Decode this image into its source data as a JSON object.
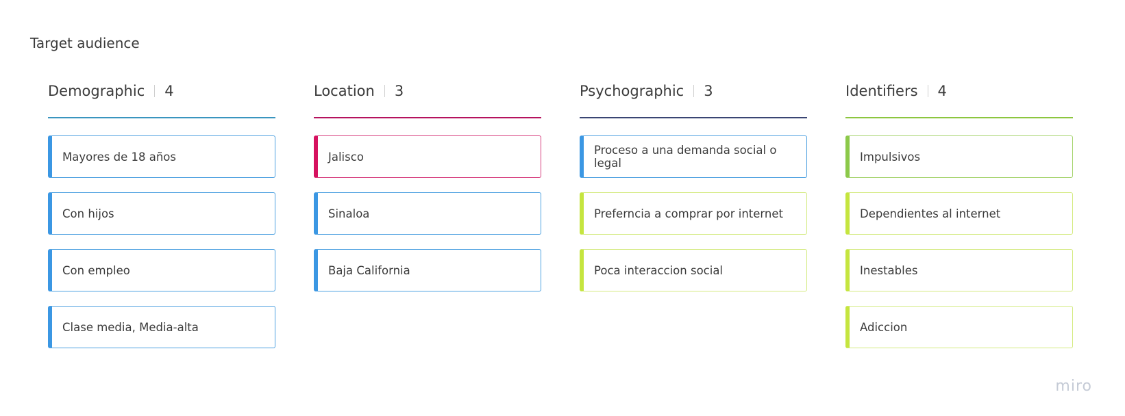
{
  "board": {
    "title": "Target audience"
  },
  "columns": [
    {
      "name": "Demographic",
      "count": "4",
      "underline_color": "#3a95bf",
      "cards": [
        {
          "text": "Mayores de 18 años",
          "border_color": "#4a9fe0",
          "accent_color": "#3b97e3"
        },
        {
          "text": "Con hijos",
          "border_color": "#4a9fe0",
          "accent_color": "#3b97e3"
        },
        {
          "text": "Con empleo",
          "border_color": "#4a9fe0",
          "accent_color": "#3b97e3"
        },
        {
          "text": "Clase media, Media-alta",
          "border_color": "#4a9fe0",
          "accent_color": "#3b97e3"
        }
      ]
    },
    {
      "name": "Location",
      "count": "3",
      "underline_color": "#b5125e",
      "cards": [
        {
          "text": "Jalisco",
          "border_color": "#d63b7c",
          "accent_color": "#d6115f"
        },
        {
          "text": "Sinaloa",
          "border_color": "#4a9fe0",
          "accent_color": "#3b97e3"
        },
        {
          "text": "Baja California",
          "border_color": "#4a9fe0",
          "accent_color": "#3b97e3"
        }
      ]
    },
    {
      "name": "Psychographic",
      "count": "3",
      "underline_color": "#3a4573",
      "cards": [
        {
          "text": "Proceso a una demanda social o legal",
          "border_color": "#4a9fe0",
          "accent_color": "#3b97e3"
        },
        {
          "text": "Preferncia a comprar por internet",
          "border_color": "#d3ea7e",
          "accent_color": "#c5e53f"
        },
        {
          "text": "Poca interaccion social",
          "border_color": "#d3ea7e",
          "accent_color": "#c5e53f"
        }
      ]
    },
    {
      "name": "Identifiers",
      "count": "4",
      "underline_color": "#8cc63f",
      "cards": [
        {
          "text": "Impulsivos",
          "border_color": "#a4d36b",
          "accent_color": "#8cc94a"
        },
        {
          "text": "Dependientes al internet",
          "border_color": "#d3ea7e",
          "accent_color": "#c5e53f"
        },
        {
          "text": "Inestables",
          "border_color": "#d3ea7e",
          "accent_color": "#c5e53f"
        },
        {
          "text": "Adiccion",
          "border_color": "#d3ea7e",
          "accent_color": "#c5e53f"
        }
      ]
    }
  ],
  "watermark": {
    "text": "miro"
  }
}
